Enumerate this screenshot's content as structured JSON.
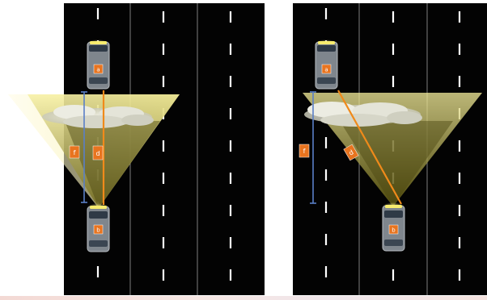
{
  "panels": [
    {
      "id": "left",
      "lanes": 3,
      "vehicle_top": {
        "badge": "a"
      },
      "vehicle_bottom": {
        "badge": "b"
      },
      "labels": [
        {
          "text": "f"
        },
        {
          "text": "d"
        }
      ]
    },
    {
      "id": "right",
      "lanes": 3,
      "vehicle_top": {
        "badge": "a"
      },
      "vehicle_bottom": {
        "badge": "b"
      },
      "labels": [
        {
          "text": "f"
        },
        {
          "text": "d"
        }
      ]
    }
  ],
  "colors": {
    "road": "#030303",
    "lane_line": "#ffffff",
    "lane_divider": "#8a8a8a",
    "beam": "#f4e68a",
    "beam_dark": "#5a5314",
    "fog": "#d9d9cc",
    "label_box": "#e8741f",
    "ray": "#f08a1a",
    "distance_line": "#5a7fc7",
    "vehicle_body": "#8a9096"
  }
}
